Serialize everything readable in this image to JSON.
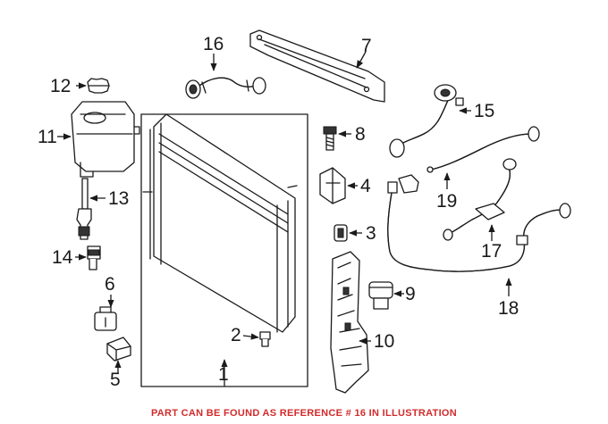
{
  "callouts": {
    "c1": "1",
    "c2": "2",
    "c3": "3",
    "c4": "4",
    "c5": "5",
    "c6": "6",
    "c7": "7",
    "c8": "8",
    "c9": "9",
    "c10": "10",
    "c11": "11",
    "c12": "12",
    "c13": "13",
    "c14": "14",
    "c15": "15",
    "c16": "16",
    "c17": "17",
    "c18": "18",
    "c19": "19"
  },
  "caption": "PART CAN BE FOUND AS REFERENCE # 16 IN ILLUSTRATION",
  "colors": {
    "caption": "#d22b2b",
    "line": "#1a1a1a"
  }
}
